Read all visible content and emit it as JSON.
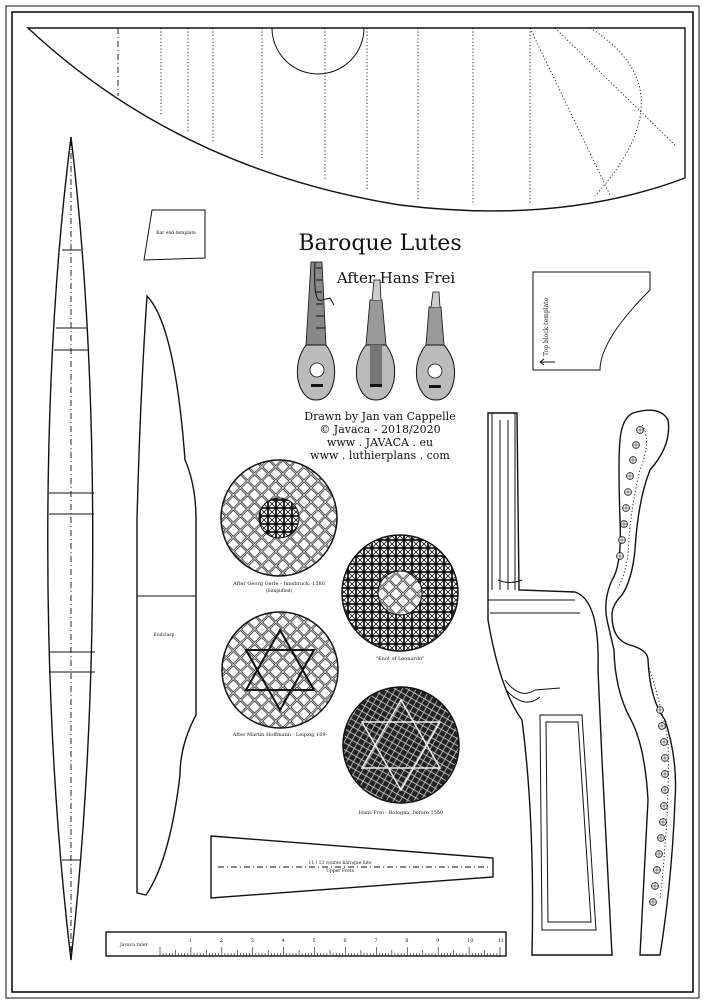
{
  "title": "Baroque  Lutes",
  "subtitle": "After Hans Frei",
  "credits": {
    "drawn_by": "Drawn by  Jan van Cappelle",
    "copyright": "©  Javaca - 2018/2020",
    "site1": "www  .  JAVACA  .  eu",
    "site2": "www . luthierplans . com"
  },
  "labels": {
    "bar_end_template": "Bar end template",
    "top_block_template": "Top block template",
    "endclasp": "Endclasp",
    "strip_label": "11 / 13 course baroque lute",
    "strip_sub": "Upper Frets"
  },
  "roses": [
    {
      "caption": "After Georg Gerle - Innsbruck, 1580",
      "sub": "(Simplified)"
    },
    {
      "caption": "\"Knot of Leonardo\"",
      "sub": ""
    },
    {
      "caption": "After Martin Hoffmann - Leipzig 169-",
      "sub": ""
    },
    {
      "caption": "Hans Frei - Bologna, before 1550",
      "sub": ""
    }
  ],
  "ruler": {
    "label": "Javaca ruler",
    "numbers": [
      "1",
      "2",
      "3",
      "4",
      "5",
      "6",
      "7",
      "8",
      "9",
      "10",
      "11"
    ]
  }
}
